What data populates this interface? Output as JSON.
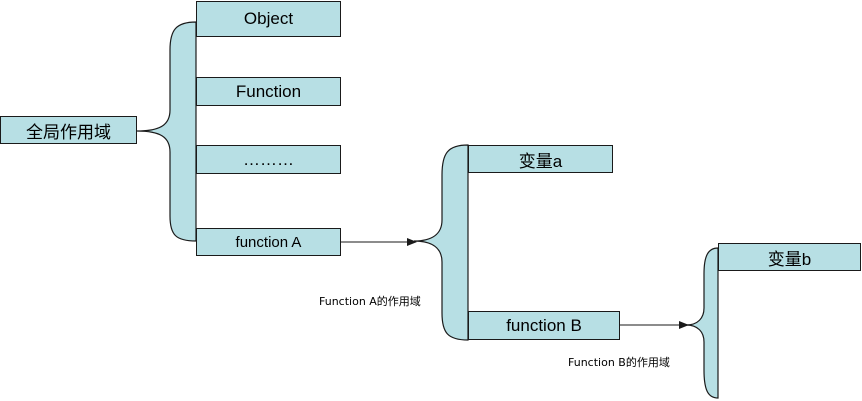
{
  "colors": {
    "box_fill": "#b7dfe4",
    "stroke": "#1a1a1a",
    "background": "#ffffff"
  },
  "global_scope": {
    "label": "全局作用域",
    "members": [
      "Object",
      "Function",
      "………",
      "function A"
    ]
  },
  "scope_a": {
    "members": [
      "变量a",
      "function B"
    ],
    "caption": "Function A的作用域"
  },
  "scope_b": {
    "members": [
      "变量b"
    ],
    "caption": "Function B的作用域"
  }
}
